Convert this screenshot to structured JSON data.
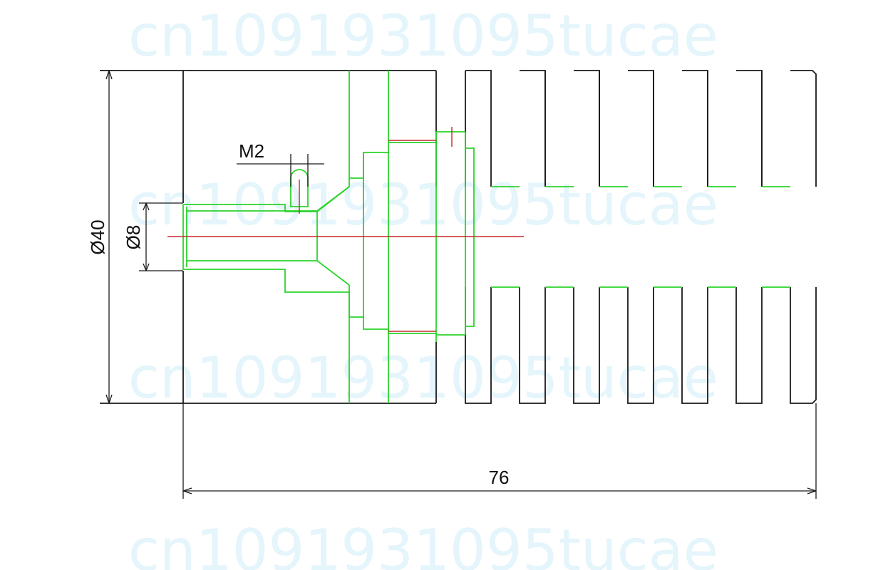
{
  "watermark": "cn1091931095tucae",
  "dimensions": {
    "overall_diameter": "Ø40",
    "shaft_diameter": "Ø8",
    "thread": "M2",
    "overall_length": "76"
  },
  "colors": {
    "outline": "#1a1a1a",
    "hidden_parts": "#2bd42b",
    "center_line": "#c62828",
    "watermark": "#cfeef8"
  }
}
